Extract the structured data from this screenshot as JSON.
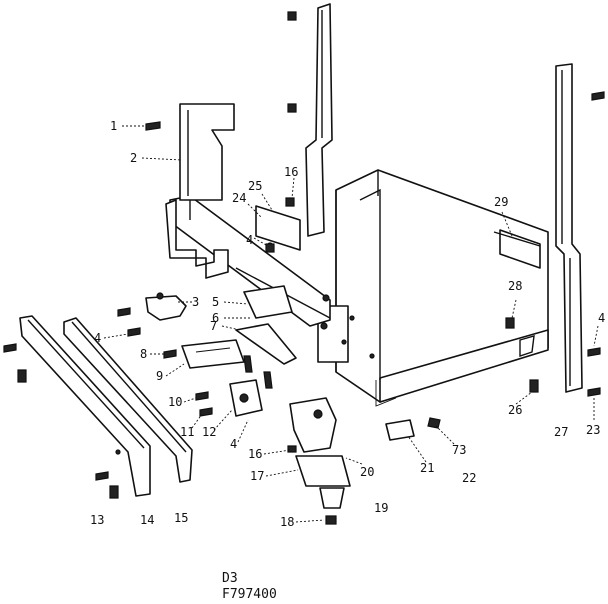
{
  "caption": {
    "line1": "D3",
    "line2": "F797400"
  },
  "callouts": {
    "c1": "1",
    "c2": "2",
    "c3": "3",
    "c4a": "4",
    "c4b": "4",
    "c4c": "4",
    "c4d": "4",
    "c5": "5",
    "c6": "6",
    "c7": "7",
    "c8": "8",
    "c9": "9",
    "c10": "10",
    "c11": "11",
    "c12": "12",
    "c13": "13",
    "c14": "14",
    "c15": "15",
    "c16a": "16",
    "c16b": "16",
    "c17": "17",
    "c18": "18",
    "c19": "19",
    "c20": "20",
    "c21": "21",
    "c22": "22",
    "c23a": "23",
    "c23b": "73",
    "c24": "24",
    "c25": "25",
    "c26": "26",
    "c27": "27",
    "c28": "28",
    "c29": "29"
  }
}
